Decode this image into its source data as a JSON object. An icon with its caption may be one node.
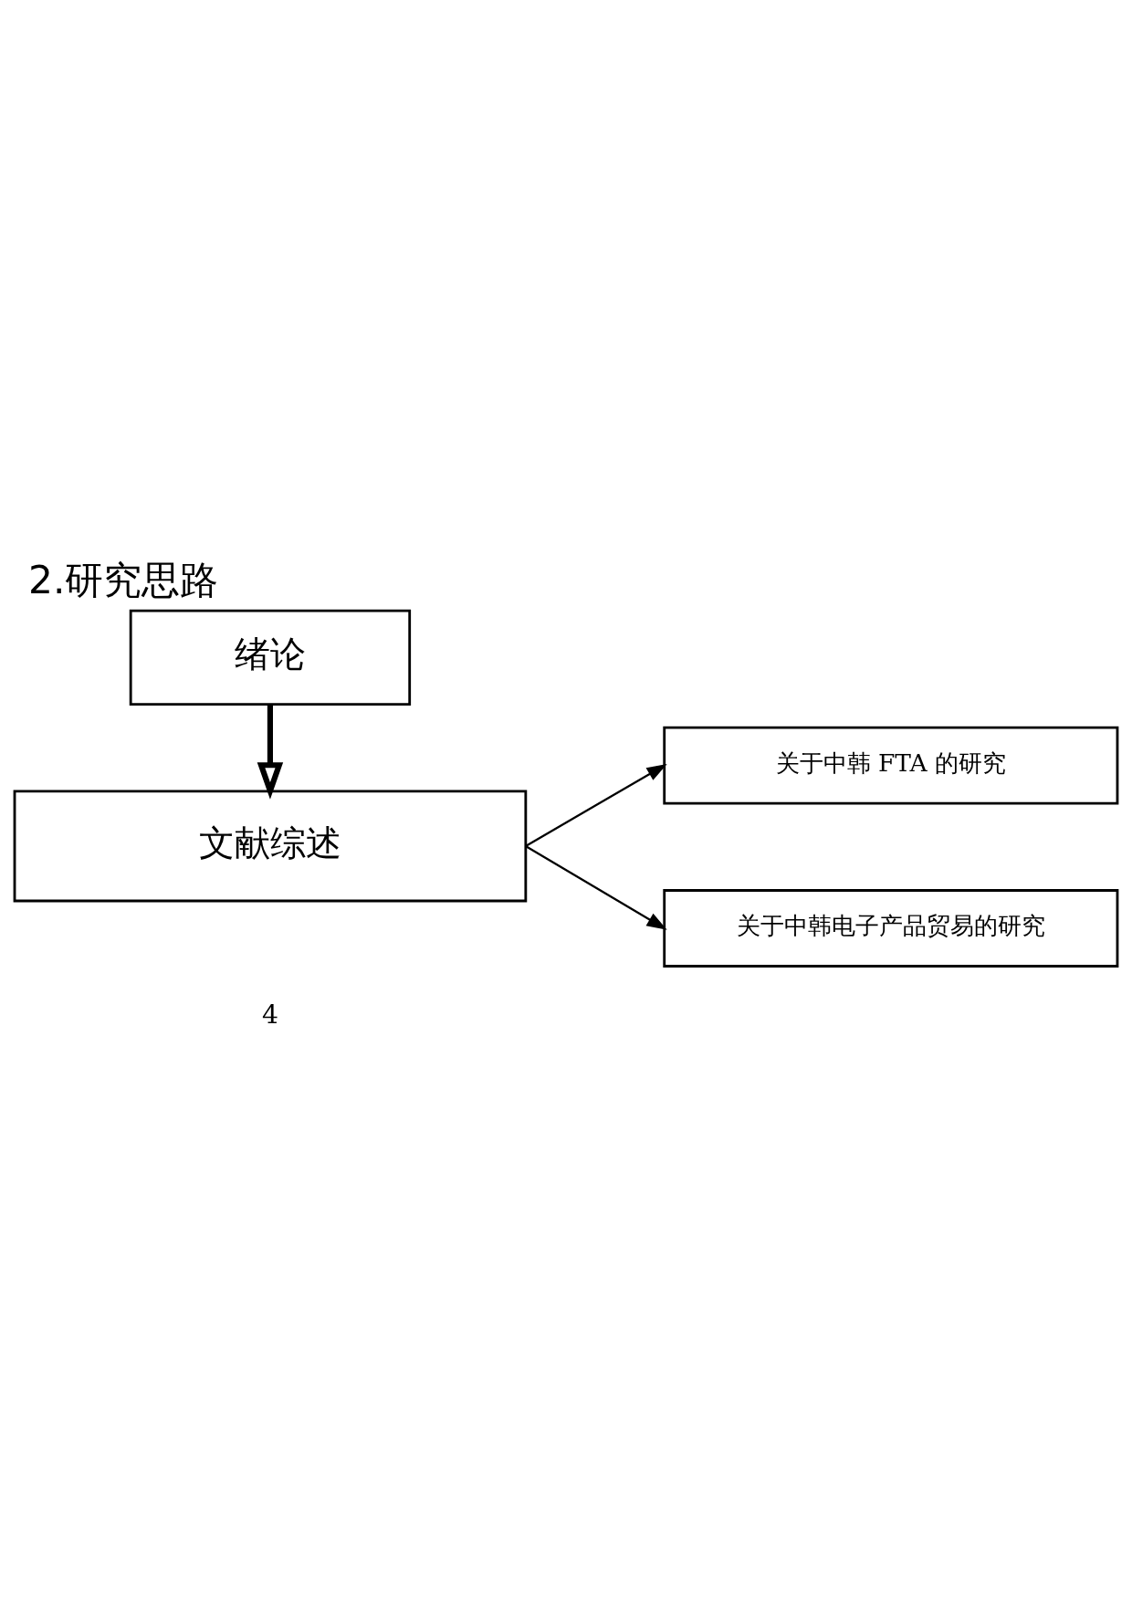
{
  "diagram": {
    "title": "2.研究思路",
    "nodes": [
      {
        "text": [
          "绪论"
        ]
      },
      {
        "text": [
          "文献综述"
        ]
      },
      {
        "text": [
          "关于中韩 FTA 的研究"
        ]
      },
      {
        "text": [
          "关于中韩电子产品贸易的研究"
        ]
      }
    ],
    "edges": [
      {
        "from": 0,
        "to": 1,
        "arrow": "to",
        "style": "thick"
      },
      {
        "from": 1,
        "to": 2,
        "arrow": "to"
      },
      {
        "from": 1,
        "to": 3,
        "arrow": "to"
      }
    ],
    "labels": [
      "4"
    ]
  }
}
